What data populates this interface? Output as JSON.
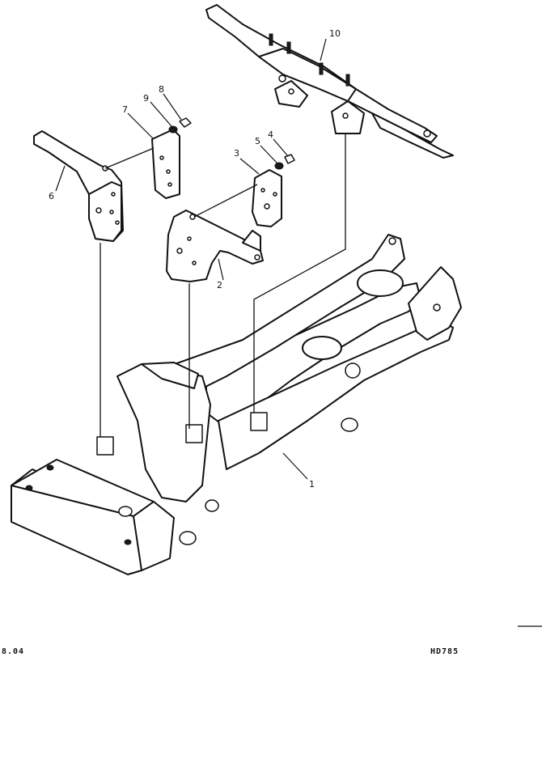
{
  "callouts": {
    "c1": "1",
    "c2": "2",
    "c3": "3",
    "c4": "4",
    "c5": "5",
    "c6": "6",
    "c7": "7",
    "c8": "8",
    "c9": "9",
    "c10": "10"
  },
  "footer": {
    "page_ref": "8.04",
    "model": "HD785"
  }
}
